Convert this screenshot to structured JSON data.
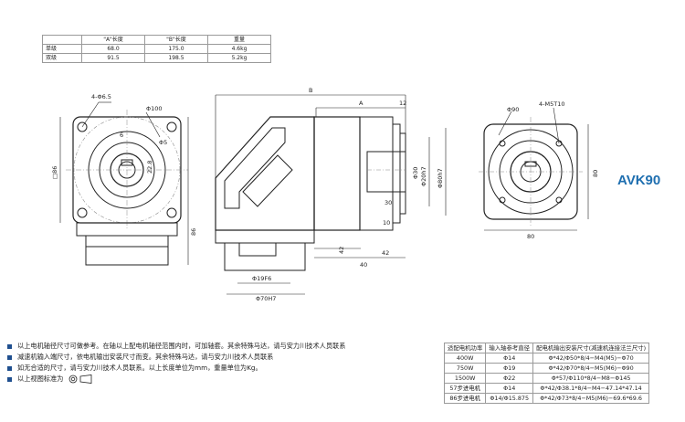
{
  "spec_table": {
    "headers": [
      "",
      "\"A\"长度",
      "\"B\"长度",
      "重量"
    ],
    "rows": [
      [
        "单级",
        "68.0",
        "175.0",
        "4.6kg"
      ],
      [
        "双级",
        "91.5",
        "198.5",
        "5.2kg"
      ]
    ]
  },
  "model": "AVK90",
  "dimensions": {
    "front": {
      "holes": "4-Φ6.5",
      "d1": "Φ100",
      "d2": "Φ5",
      "d3": "22.8",
      "d4": "6",
      "side": "□86",
      "height": "86",
      "mid": "Φ5"
    },
    "side": {
      "b": "B",
      "a": "A",
      "a2": "12",
      "shaft": "Φ20h7",
      "pilot": "Φ80h7",
      "d30": "Φ30",
      "len30": "30",
      "len10": "10",
      "len42a": "42",
      "len42b": "42",
      "len40": "40",
      "d19": "Φ19F6",
      "d70": "Φ70H7"
    },
    "rear": {
      "holes": "4-M5T10",
      "d90": "Φ90",
      "w80": "80",
      "h80": "80"
    }
  },
  "notes": [
    "以上电机轴径尺寸可做参考。在轴以上配电机轴径范围内时，可加轴套。其余特殊马达，请与安力川技术人员联系",
    "减速机输入端尺寸，依电机输出安装尺寸而变。其余特殊马达，请与安力川技术人员联系",
    "如无合适的尺寸，请与安力川技术人员联系。以上长度单位为mm，重量单位为Kg。",
    "以上视图标准为"
  ],
  "motor_table": {
    "headers": [
      "适配电机功率",
      "输入轴参考直径",
      "配电机输出安装尺寸(减速机连接法兰尺寸)"
    ],
    "rows": [
      [
        "400W",
        "Φ14",
        "Φ*42/Φ50*8/4−M4(M5)−Φ70"
      ],
      [
        "750W",
        "Φ19",
        "Φ*42/Φ70*8/4−M5(M6)−Φ90"
      ],
      [
        "1500W",
        "Φ22",
        "Φ*57/Φ110*8/4−M8−Φ145"
      ],
      [
        "57步进电机",
        "Φ14",
        "Φ*42/Φ38.1*8/4−M4−47.14*47.14"
      ],
      [
        "86步进电机",
        "Φ14/Φ15.875",
        "Φ*42/Φ73*8/4−M5(M6)−69.6*69.6"
      ]
    ]
  },
  "colors": {
    "accent": "#1f6fb0",
    "bullet": "#1f4f8f",
    "line": "#222222"
  }
}
